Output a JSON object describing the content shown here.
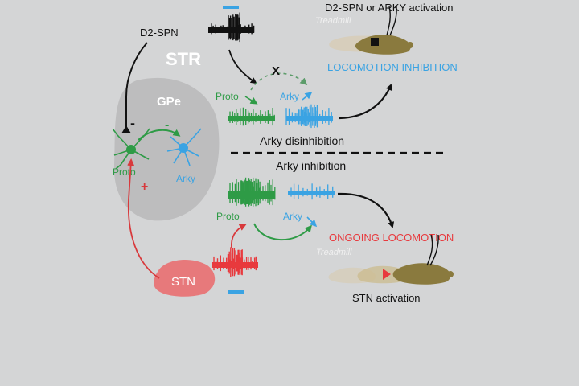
{
  "regions": {
    "str": "STR",
    "gpe": "GPe",
    "stn": "STN"
  },
  "inputs": {
    "d2_spn": "D2-SPN"
  },
  "cells": {
    "proto": "Proto",
    "arky": "Arky"
  },
  "signs": {
    "minus": "-",
    "plus": "+",
    "block": "X"
  },
  "top_panel": {
    "activation": "D2-SPN or ARKY activation",
    "treadmill": "Treadmill",
    "outcome": "LOCOMOTION INHIBITION",
    "caption": "Arky disinhibition",
    "proto_label": "Proto",
    "arky_label": "Arky"
  },
  "bottom_panel": {
    "caption": "Arky inhibition",
    "proto_label": "Proto",
    "arky_label": "Arky",
    "outcome": "ONGOING LOCOMOTION",
    "treadmill": "Treadmill",
    "activation": "STN activation"
  },
  "colors": {
    "background": "#d4d5d6",
    "proto": "#2e9b46",
    "arky": "#3aa3e3",
    "stn": "#e8393d",
    "stn_region": "#e7797b",
    "gpe_region": "#bdbdbe",
    "inhibition_text": "#3aa3e3",
    "locomotion_text": "#e8393d",
    "mouse_body": "#8a7a3e"
  }
}
